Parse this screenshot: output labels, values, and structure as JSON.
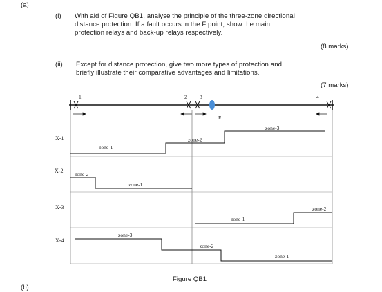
{
  "part_label": "(a)",
  "q1": {
    "num": "(i)",
    "lines": [
      "With aid of Figure QB1, analyse the principle of the three-zone directional",
      "distance protection. If a fault occurs in the F point, show the main",
      "protection relays and back-up relays respectively."
    ],
    "marks": "(8 marks)"
  },
  "q2": {
    "num": "(ii)",
    "lines": [
      "Except for distance protection, give two more types of protection and",
      "briefly illustrate their comparative advantages and limitations."
    ],
    "marks": "(7 marks)"
  },
  "figure": {
    "caption": "Figure QB1",
    "bus_labels": [
      "1",
      "2",
      "3",
      "4"
    ],
    "fault_label": "F",
    "row_labels": [
      "X-1",
      "X-2",
      "X-3",
      "X-4"
    ],
    "zone_labels": {
      "r1_z1": "zone-1",
      "r1_z2": "zone-2",
      "r1_z3": "zone-3",
      "r2_z2": "zone-2",
      "r2_z1": "zone-1",
      "r3_z1": "zone-1",
      "r3_z2": "zone-2",
      "r4_z3": "zone-3",
      "r4_z2": "zone-2",
      "r4_z1": "zone-1"
    }
  },
  "next_part_label": "(b)"
}
